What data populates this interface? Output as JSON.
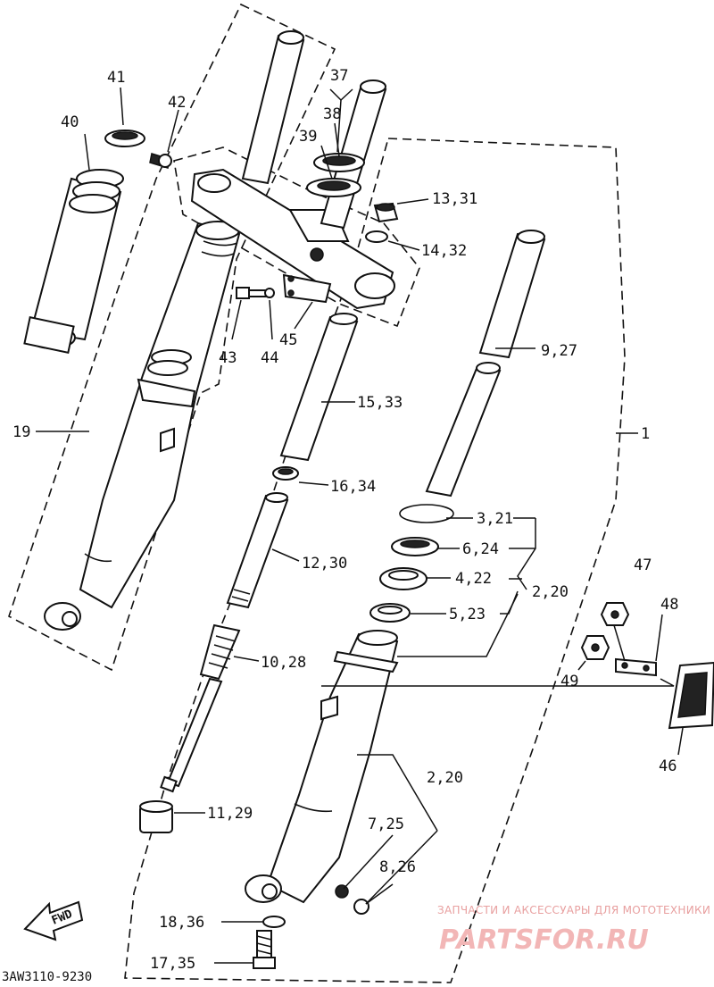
{
  "labels": {
    "p1": "1",
    "p2_20_upper": "2,20",
    "p2_20_lower": "2,20",
    "p3_21": "3,21",
    "p4_22": "4,22",
    "p5_23": "5,23",
    "p6_24": "6,24",
    "p7_25": "7,25",
    "p8_26": "8,26",
    "p9_27": "9,27",
    "p10_28": "10,28",
    "p11_29": "11,29",
    "p12_30": "12,30",
    "p13_31": "13,31",
    "p14_32": "14,32",
    "p15_33": "15,33",
    "p16_34": "16,34",
    "p17_35": "17,35",
    "p18_36": "18,36",
    "p19": "19",
    "p37": "37",
    "p38": "38",
    "p39": "39",
    "p40": "40",
    "p41": "41",
    "p42": "42",
    "p43": "43",
    "p44": "44",
    "p45": "45",
    "p46": "46",
    "p47": "47",
    "p48": "48",
    "p49": "49"
  },
  "fwd_arrow": "FWD",
  "diagram_code": "3AW3110-9230",
  "watermark": {
    "tagline": "ЗАПЧАСТИ И АКСЕССУАРЫ ДЛЯ МОТОТЕХНИКИ",
    "logo": "PARTSFOR.RU"
  }
}
